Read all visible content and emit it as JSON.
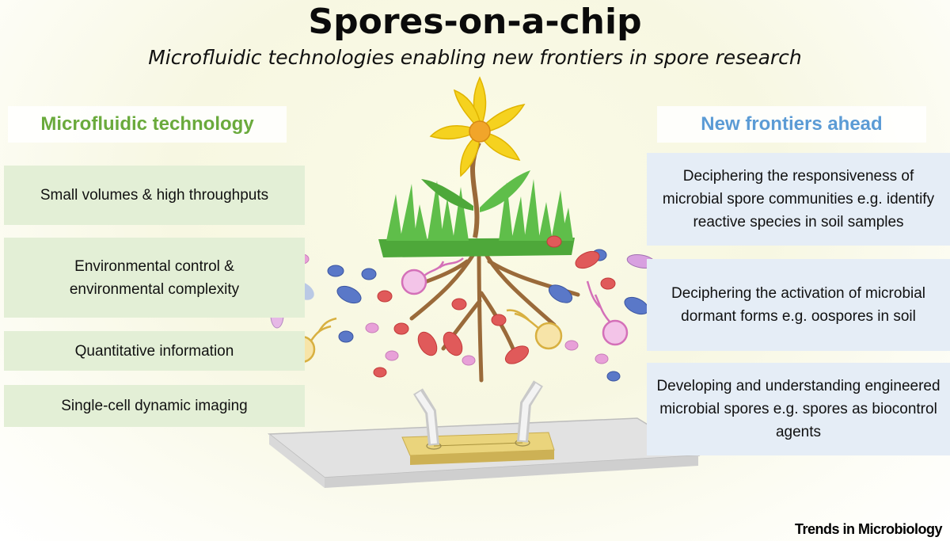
{
  "title": "Spores-on-a-chip",
  "subtitle": "Microfluidic technologies enabling new frontiers in spore research",
  "left": {
    "heading": "Microfluidic technology",
    "items": [
      "Small volumes & high throughputs",
      "Environmental control & environmental complexity",
      "Quantitative information",
      "Single-cell dynamic imaging"
    ]
  },
  "right": {
    "heading": "New frontiers ahead",
    "items": [
      "Deciphering the responsiveness of microbial spore communities e.g. identify reactive species in soil samples",
      "Deciphering the activation of microbial dormant forms e.g. oospores in soil",
      "Developing and understanding engineered microbial spores e.g. spores as biocontrol agents"
    ]
  },
  "footer": "Trends in Microbiology",
  "colors": {
    "left_accent": "#6aaa3c",
    "right_accent": "#5b9bd5",
    "left_box": "#e3efd6",
    "right_box": "#e5edf6",
    "flower": "#f5d21f",
    "grass": "#4ea83a",
    "roots": "#9a6a3a",
    "chip": "#e9d27a"
  },
  "icons": [
    "flower-icon",
    "grass-icon",
    "roots-icon",
    "spore-cells",
    "microfluidic-chip",
    "tubing-icon"
  ]
}
